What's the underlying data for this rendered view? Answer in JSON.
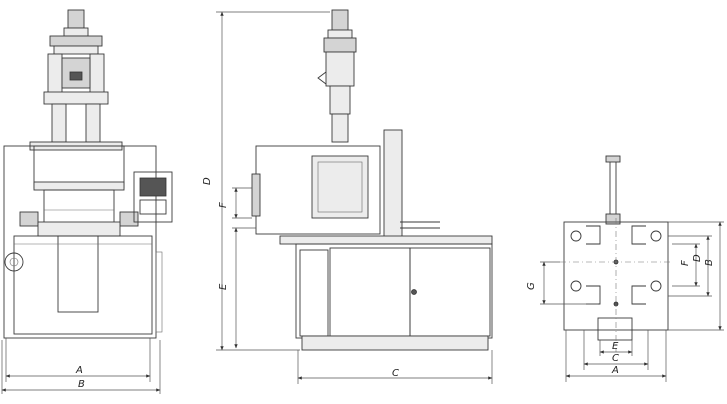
{
  "views": {
    "front": {
      "dim_width": "A",
      "dim_overall": "B"
    },
    "side": {
      "dim_height": "D",
      "dim_opening": "F",
      "dim_base": "E",
      "dim_depth": "C"
    },
    "top": {
      "dim_a": "A",
      "dim_b": "B",
      "dim_c": "C",
      "dim_d": "D",
      "dim_e": "E",
      "dim_f": "F",
      "dim_g": "G"
    }
  }
}
